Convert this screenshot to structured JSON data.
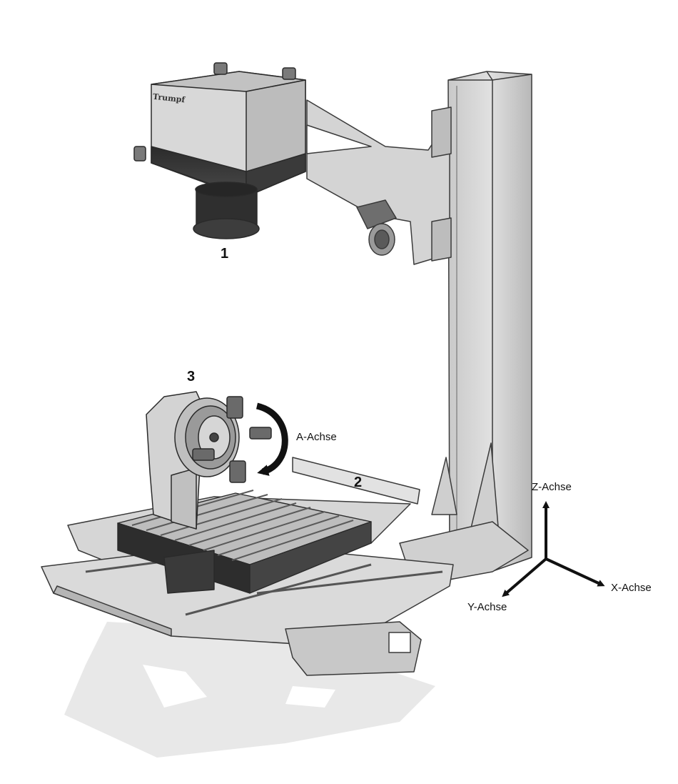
{
  "brand": {
    "logo_text": "Trumpf"
  },
  "callouts": {
    "laser_head": "1",
    "worktable": "2",
    "rotary_unit": "3"
  },
  "axes": {
    "a_axis": "A-Achse",
    "z_axis": "Z-Achse",
    "x_axis": "X-Achse",
    "y_axis": "Y-Achse"
  },
  "colors": {
    "frame_light": "#d9d9d9",
    "frame_mid": "#bdbdbd",
    "frame_dark": "#8a8a8a",
    "head_dark": "#2e2e2e",
    "shadow": "#e6e6e6",
    "line": "#3a3a3a"
  }
}
